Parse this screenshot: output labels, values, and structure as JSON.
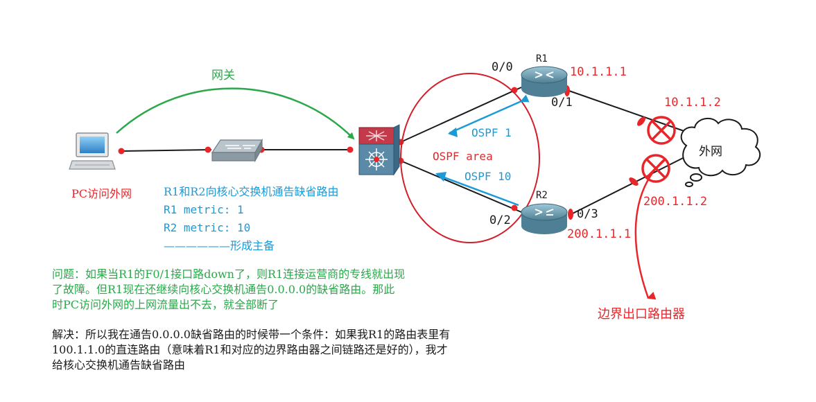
{
  "labels": {
    "gateway": "网关",
    "pc_access": "PC访问外网",
    "r1_name": "R1",
    "r2_name": "R2",
    "r1_port_00": "0/0",
    "r1_port_01": "0/1",
    "r2_port_02": "0/2",
    "r2_port_03": "0/3",
    "r1_ip": "10.1.1.1",
    "isp1_ip": "10.1.1.2",
    "r2_ip": "200.1.1.1",
    "isp2_ip": "200.1.1.2",
    "ospf1": "OSPF 1",
    "ospf10": "OSPF 10",
    "ospf_area": "OSPF area",
    "internet_cloud": "外网",
    "border_router": "边界出口路由器"
  },
  "notes": {
    "announce": "R1和R2向核心交换机通告缺省路由",
    "r1_metric": "R1 metric: 1",
    "r2_metric": "R2 metric: 10",
    "primary_backup": "——————形成主备"
  },
  "problem": {
    "lines": [
      "问题：如果当R1的F0/1接口路down了，则R1连接运营商的专线就出现",
      "了故障。但R1现在还继续向核心交换机通告0.0.0.0的缺省路由。那此",
      "时PC访问外网的上网流量出不去，就全部断了"
    ]
  },
  "solution": {
    "lines": [
      "解决：所以我在通告0.0.0.0缺省路由的时候带一个条件：如果我R1的路由表里有",
      "100.1.1.0的直连路由（意味着R1和对应的边界路由器之间链路还是好的），我才",
      "给核心交换机通告缺省路由"
    ]
  },
  "colors": {
    "red": "#e8262a",
    "green": "#2aa84a",
    "blue": "#1a9ad6",
    "dark": "#1a1a1a"
  }
}
